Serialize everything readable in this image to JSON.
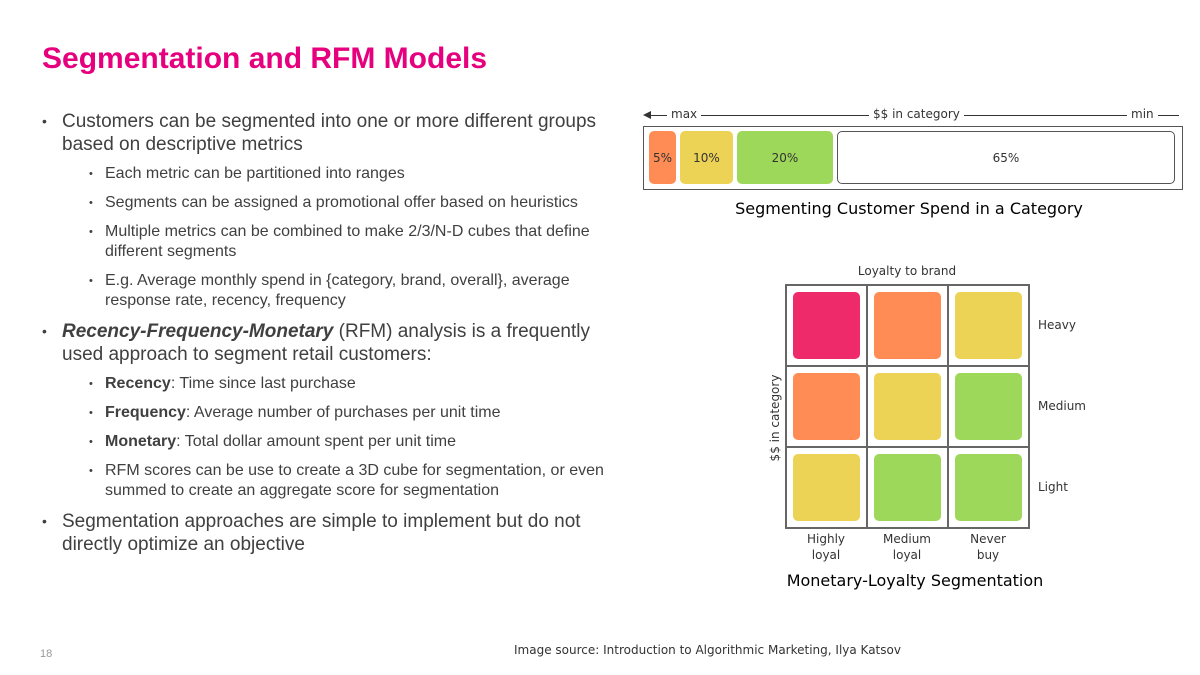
{
  "title": "Segmentation and RFM Models",
  "bullets": [
    {
      "text": "Customers can be segmented into one or more different groups based on descriptive metrics"
    },
    {
      "text": "Each metric can be partitioned into ranges"
    },
    {
      "text": "Segments can be assigned a promotional offer based on heuristics"
    },
    {
      "text": "Multiple metrics can be combined to make 2/3/N-D cubes that define different segments"
    },
    {
      "text": "E.g. Average monthly spend in {category, brand, overall}, average response rate, recency, frequency"
    },
    {
      "emph": "Recency-Frequency-Monetary",
      "text": " (RFM) analysis is a frequently used approach to segment retail customers:"
    },
    {
      "bold": "Recency",
      "text": ": Time since last purchase"
    },
    {
      "bold": "Frequency",
      "text": ": Average number of purchases per unit time"
    },
    {
      "bold": "Monetary",
      "text": ": Total dollar amount spent per unit time"
    },
    {
      "text": "RFM scores can be use to create a 3D cube for segmentation, or even summed to create an aggregate score for segmentation"
    },
    {
      "text": "Segmentation approaches are simple to implement but do not directly optimize an objective"
    }
  ],
  "spend_figure": {
    "axis_max": "max",
    "axis_mid": "$$ in category",
    "axis_min": "min",
    "segments": [
      {
        "label": "5%",
        "color": "#ff8c55"
      },
      {
        "label": "10%",
        "color": "#ecd255"
      },
      {
        "label": "20%",
        "color": "#9ed85a"
      },
      {
        "label": "65%",
        "color": "#ffffff"
      }
    ],
    "caption": "Segmenting Customer Spend in a Category"
  },
  "loyalty_figure": {
    "top_label": "Loyalty to brand",
    "side_label": "$$ in category",
    "rows": [
      "Heavy",
      "Medium",
      "Light"
    ],
    "cols": [
      {
        "line1": "Highly",
        "line2": "loyal"
      },
      {
        "line1": "Medium",
        "line2": "loyal"
      },
      {
        "line1": "Never",
        "line2": "buy"
      }
    ],
    "cells": [
      [
        "#ee2a6a",
        "#ff8c55",
        "#ecd255"
      ],
      [
        "#ff8c55",
        "#ecd255",
        "#9ed85a"
      ],
      [
        "#ecd255",
        "#9ed85a",
        "#9ed85a"
      ]
    ],
    "caption": "Monetary-Loyalty Segmentation"
  },
  "page_number": "18",
  "source": "Image source: Introduction to Algorithmic Marketing, Ilya Katsov"
}
